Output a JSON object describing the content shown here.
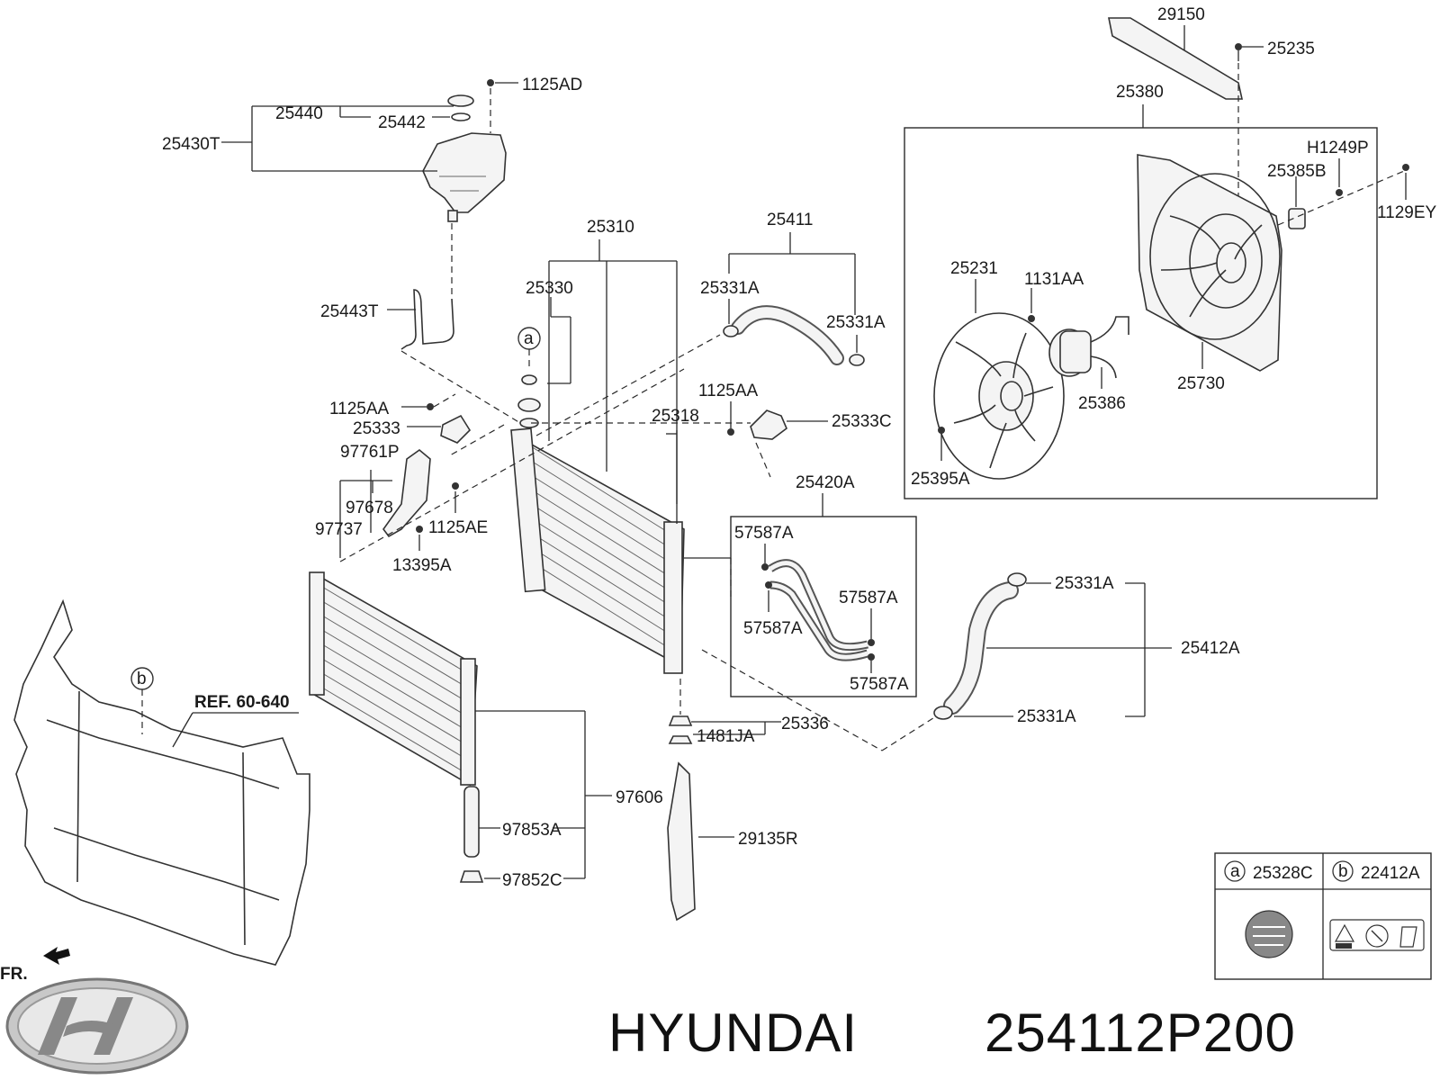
{
  "diagram": {
    "part_labels": [
      "29150",
      "25235",
      "25380",
      "H1249P",
      "25385B",
      "1129EY",
      "25231",
      "1131AA",
      "25730",
      "25386",
      "25395A",
      "1125AD",
      "25440",
      "25442",
      "25430T",
      "25310",
      "25411",
      "25330",
      "25331A",
      "25331A",
      "25443T",
      "1125AA",
      "25333",
      "25318",
      "1125AA",
      "25333C",
      "97761P",
      "97678",
      "97737",
      "1125AE",
      "13395A",
      "25420A",
      "57587A",
      "57587A",
      "57587A",
      "57587A",
      "25331A",
      "25412A",
      "25331A",
      "25336",
      "1481JA",
      "97606",
      "97853A",
      "97852C",
      "29135R"
    ],
    "reference": "REF. 60-640",
    "callout_a_symbol": "a",
    "callout_b_symbol": "b",
    "front_marker": "FR."
  },
  "legend": {
    "a_symbol": "a",
    "a_part": "25328C",
    "b_symbol": "b",
    "b_part": "22412A"
  },
  "footer": {
    "brand": "HYUNDAI",
    "part_number": "254112P200"
  },
  "brand": {
    "logo_icon": "hyundai-logo-icon"
  }
}
